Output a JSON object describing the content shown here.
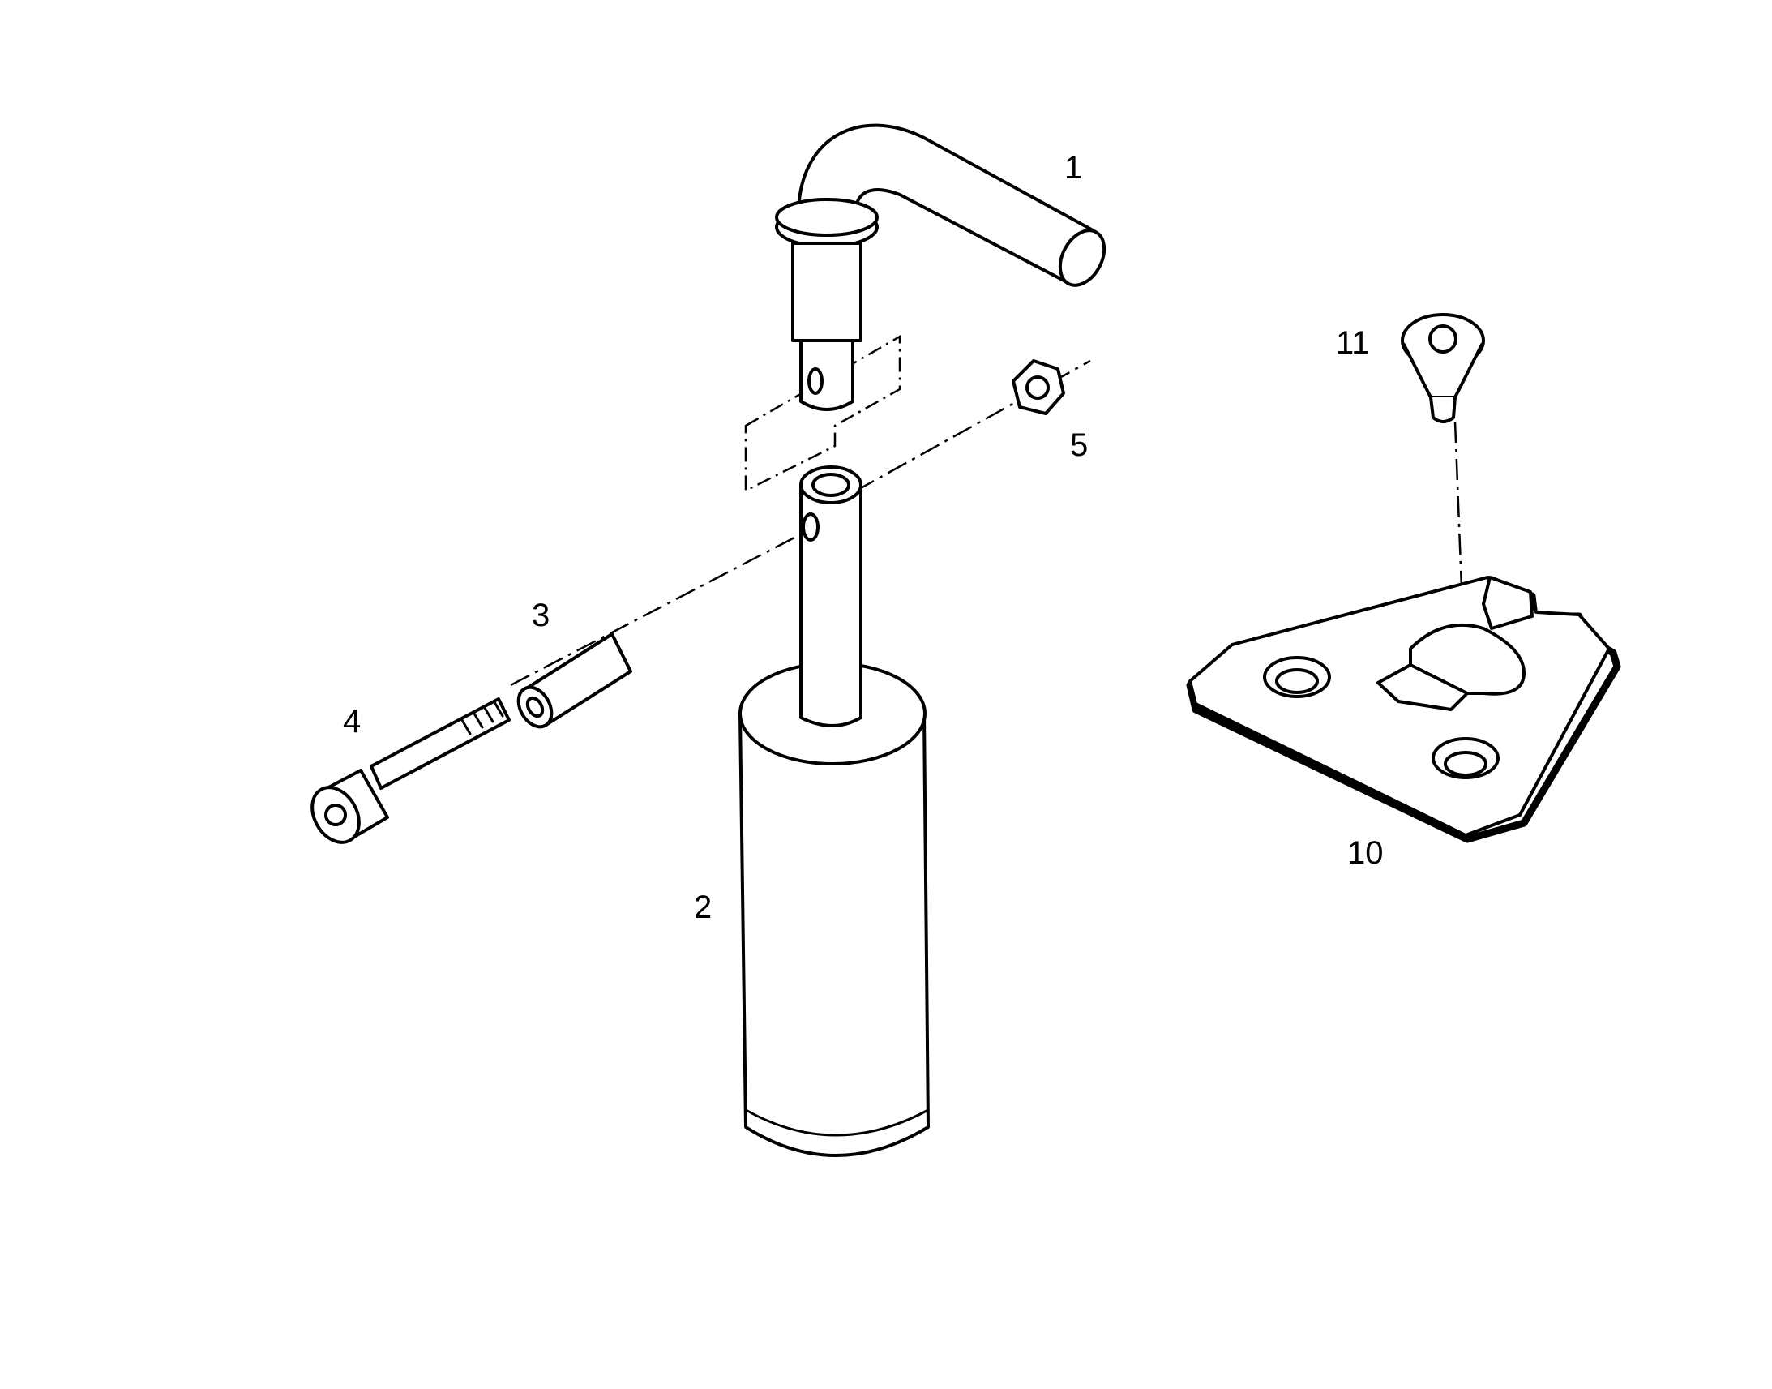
{
  "diagram": {
    "callouts": [
      {
        "id": "1",
        "text": "1"
      },
      {
        "id": "2",
        "text": "2"
      },
      {
        "id": "3",
        "text": "3"
      },
      {
        "id": "4",
        "text": "4"
      },
      {
        "id": "5",
        "text": "5"
      },
      {
        "id": "10",
        "text": "10"
      },
      {
        "id": "11",
        "text": "11"
      }
    ]
  }
}
